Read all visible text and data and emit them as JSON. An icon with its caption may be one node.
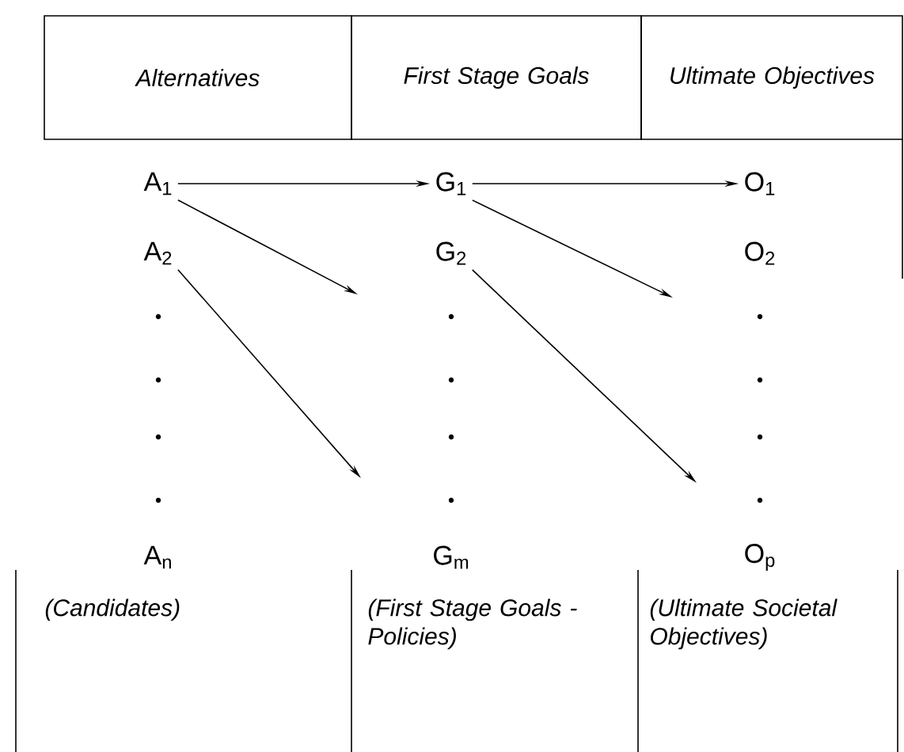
{
  "diagram": {
    "nodes": [
      {
        "text": [
          "Alternatives"
        ]
      },
      {
        "text": [
          "First Stage Goals"
        ]
      },
      {
        "text": [
          "Ultimate Objectives"
        ]
      },
      {
        "text": [
          "A$_{1}$"
        ]
      },
      {
        "text": [
          "A$_{2}$"
        ]
      },
      {
        "text": [
          "A$_{n}$"
        ],
        "beside": [
          "(Candidates)"
        ]
      },
      {
        "text": [
          "G$_{1}$"
        ]
      },
      {
        "text": [
          "G$_{2}$"
        ]
      },
      {
        "text": [
          "G$_{m}$"
        ],
        "beside": [
          "(First Stage Goals - Policies)"
        ]
      },
      {
        "text": [
          "O$_{1}$"
        ]
      },
      {
        "text": [
          "O$_{2}$"
        ]
      },
      {
        "text": [
          "O$_{p}$"
        ],
        "beside": [
          "(Ultimate Societal Objectives)"
        ]
      }
    ],
    "edges": [
      {
        "from": 3,
        "to": 6,
        "arrow": "to"
      },
      {
        "from": 3,
        "to": null,
        "arrow": "to"
      },
      {
        "from": 4,
        "to": null,
        "arrow": "to"
      },
      {
        "from": 6,
        "to": 9,
        "arrow": "to"
      },
      {
        "from": 6,
        "to": null,
        "arrow": "to"
      },
      {
        "from": 7,
        "to": null,
        "arrow": "to"
      }
    ]
  }
}
